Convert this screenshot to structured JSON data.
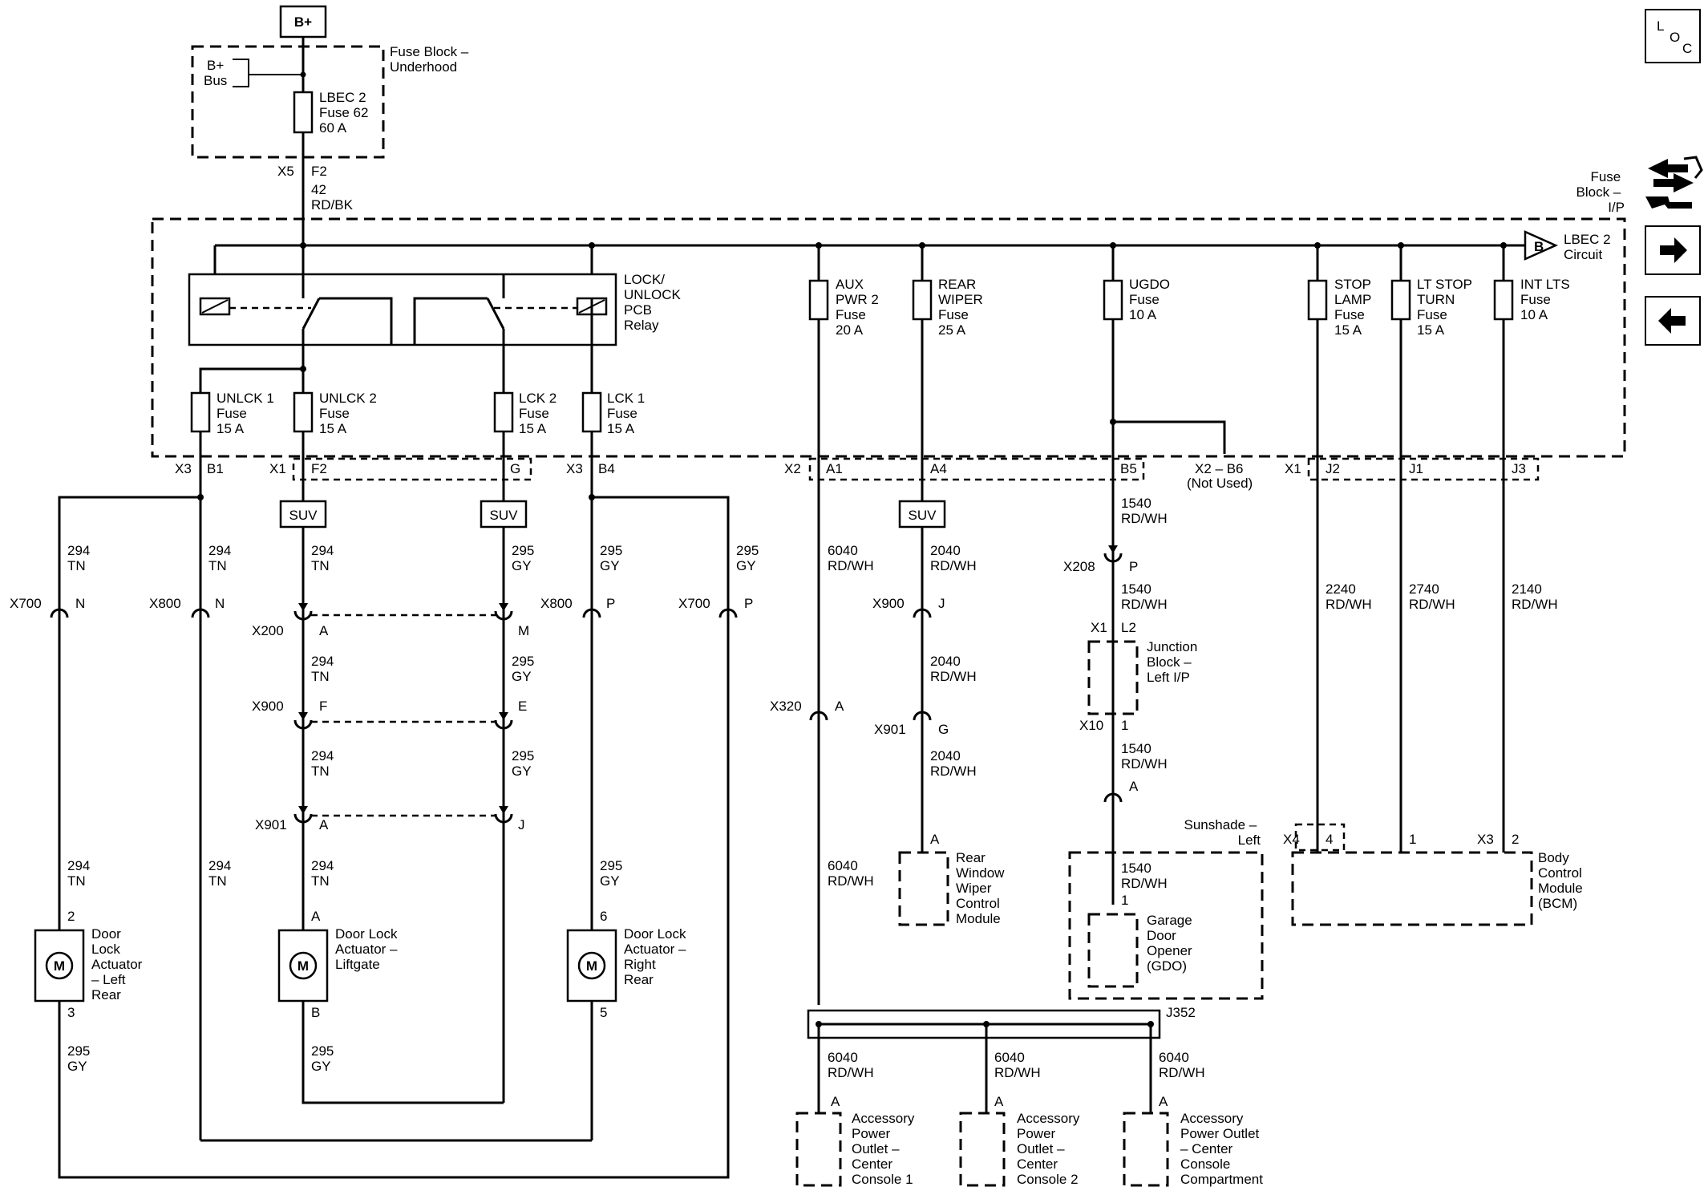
{
  "power_source": "B+",
  "fuse_block_underhood": {
    "label": [
      "Fuse Block –",
      "Underhood"
    ],
    "bus": [
      "B+",
      "Bus"
    ],
    "fuse": [
      "LBEC 2",
      "Fuse 62",
      "60 A"
    ]
  },
  "feed": {
    "connector": "X5",
    "pin": "F2",
    "wire": [
      "42",
      "RD/BK"
    ]
  },
  "fuse_block_ip": {
    "label": [
      "Fuse",
      "Block –",
      "I/P"
    ],
    "circuit": [
      "LBEC 2",
      "Circuit"
    ],
    "flag": "B"
  },
  "relay": [
    "LOCK/",
    "UNLOCK",
    "PCB",
    "Relay"
  ],
  "fuses": {
    "unlck1": [
      "UNLCK 1",
      "Fuse",
      "15 A"
    ],
    "unlck2": [
      "UNLCK 2",
      "Fuse",
      "15 A"
    ],
    "lck2": [
      "LCK 2",
      "Fuse",
      "15 A"
    ],
    "lck1": [
      "LCK 1",
      "Fuse",
      "15 A"
    ],
    "aux": [
      "AUX",
      "PWR 2",
      "Fuse",
      "20 A"
    ],
    "rear_wiper": [
      "REAR",
      "WIPER",
      "Fuse",
      "25 A"
    ],
    "ugdo": [
      "UGDO",
      "Fuse",
      "10 A"
    ],
    "stop_lamp": [
      "STOP",
      "LAMP",
      "Fuse",
      "15 A"
    ],
    "lt_stop_turn": [
      "LT STOP",
      "TURN",
      "Fuse",
      "15 A"
    ],
    "int_lts": [
      "INT LTS",
      "Fuse",
      "10 A"
    ]
  },
  "connectors": {
    "x3": "X3",
    "b1": "B1",
    "x1": "X1",
    "f2": "F2",
    "g": "G",
    "b4": "B4",
    "x2": "X2",
    "a1": "A1",
    "a4": "A4",
    "b5": "B5",
    "x2b6": "X2 – B6",
    "not_used": "(Not Used)",
    "j2": "J2",
    "j1": "J1",
    "j3": "J3",
    "x700": "X700",
    "x800": "X800",
    "n": "N",
    "p": "P",
    "x200": "X200",
    "a": "A",
    "m": "M",
    "x900": "X900",
    "f": "F",
    "e": "E",
    "x901": "X901",
    "j": "J",
    "x320": "X320",
    "x208": "X208",
    "l2": "L2",
    "x10": "X10",
    "one": "1",
    "x4": "X4",
    "four": "4",
    "two": "2",
    "j352": "J352",
    "b": "B",
    "six": "6",
    "three": "3",
    "five": "5"
  },
  "suv": "SUV",
  "wires": {
    "w294tn": [
      "294",
      "TN"
    ],
    "w295gy": [
      "295",
      "GY"
    ],
    "w6040": [
      "6040",
      "RD/WH"
    ],
    "w2040": [
      "2040",
      "RD/WH"
    ],
    "w1540": [
      "1540",
      "RD/WH"
    ],
    "w2240": [
      "2240",
      "RD/WH"
    ],
    "w2740": [
      "2740",
      "RD/WH"
    ],
    "w2140": [
      "2140",
      "RD/WH"
    ]
  },
  "junction_block": [
    "Junction",
    "Block –",
    "Left I/P"
  ],
  "sunshade": [
    "Sunshade –",
    "Left"
  ],
  "components": {
    "door_lr": [
      "Door",
      "Lock",
      "Actuator",
      "– Left",
      "Rear"
    ],
    "door_lg": [
      "Door Lock",
      "Actuator –",
      "Liftgate"
    ],
    "door_rr": [
      "Door Lock",
      "Actuator –",
      "Right",
      "Rear"
    ],
    "motor": "M",
    "rear_wiper": [
      "Rear",
      "Window",
      "Wiper",
      "Control",
      "Module"
    ],
    "gdo": [
      "Garage",
      "Door",
      "Opener",
      "(GDO)"
    ],
    "bcm": [
      "Body",
      "Control",
      "Module",
      "(BCM)"
    ],
    "apo1": [
      "Accessory",
      "Power",
      "Outlet –",
      "Center",
      "Console 1"
    ],
    "apo2": [
      "Accessory",
      "Power",
      "Outlet –",
      "Center",
      "Console 2"
    ],
    "apo3": [
      "Accessory",
      "Power Outlet",
      "– Center",
      "Console",
      "Compartment"
    ]
  },
  "nav": {
    "loc": [
      "L",
      "O",
      "C"
    ],
    "next": "➔",
    "prev": "➔"
  }
}
